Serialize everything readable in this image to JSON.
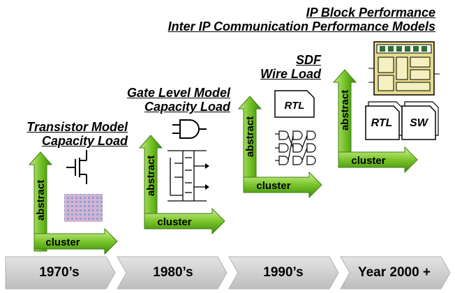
{
  "eras": [
    {
      "label": "1970’s"
    },
    {
      "label": "1980’s"
    },
    {
      "label": "1990’s"
    },
    {
      "label": "Year 2000 +"
    }
  ],
  "columns": [
    {
      "title_lines": [
        "Transistor Model",
        "Capacity Load"
      ],
      "vertical_label": "abstract",
      "horizontal_label": "cluster"
    },
    {
      "title_lines": [
        "Gate Level Model",
        "Capacity Load"
      ],
      "vertical_label": "abstract",
      "horizontal_label": "cluster"
    },
    {
      "title_lines": [
        "SDF",
        "Wire Load"
      ],
      "vertical_label": "abstract",
      "horizontal_label": "cluster"
    },
    {
      "title_lines": [
        "IP Block Performance",
        "Inter IP Communication Performance Models"
      ],
      "vertical_label": "abstract",
      "horizontal_label": "cluster"
    }
  ],
  "boxes": {
    "rtl_1990": "RTL",
    "rtl_2000": "RTL",
    "sw_2000": "SW"
  },
  "colors": {
    "arrow_green": "#5fae1c",
    "arrow_light": "#b8e07a",
    "era_gray": "#cfcfcf"
  }
}
